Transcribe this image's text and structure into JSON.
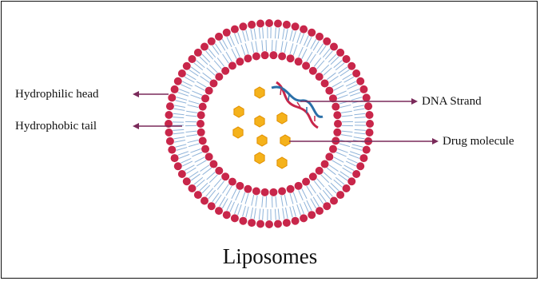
{
  "title": "Liposomes",
  "labels": {
    "hydrophilic_head": "Hydrophilic head",
    "hydrophobic_tail": "Hydrophobic tail",
    "dna_strand": "DNA Strand",
    "drug_molecule": "Drug molecule"
  },
  "colors": {
    "head": "#c8264a",
    "tail": "#8fb3d9",
    "drug": "#f5b21b",
    "drug_edge": "#e08f00",
    "dna_red": "#c8264a",
    "dna_blue": "#2a6fa8",
    "arrow": "#7a2a5a"
  }
}
